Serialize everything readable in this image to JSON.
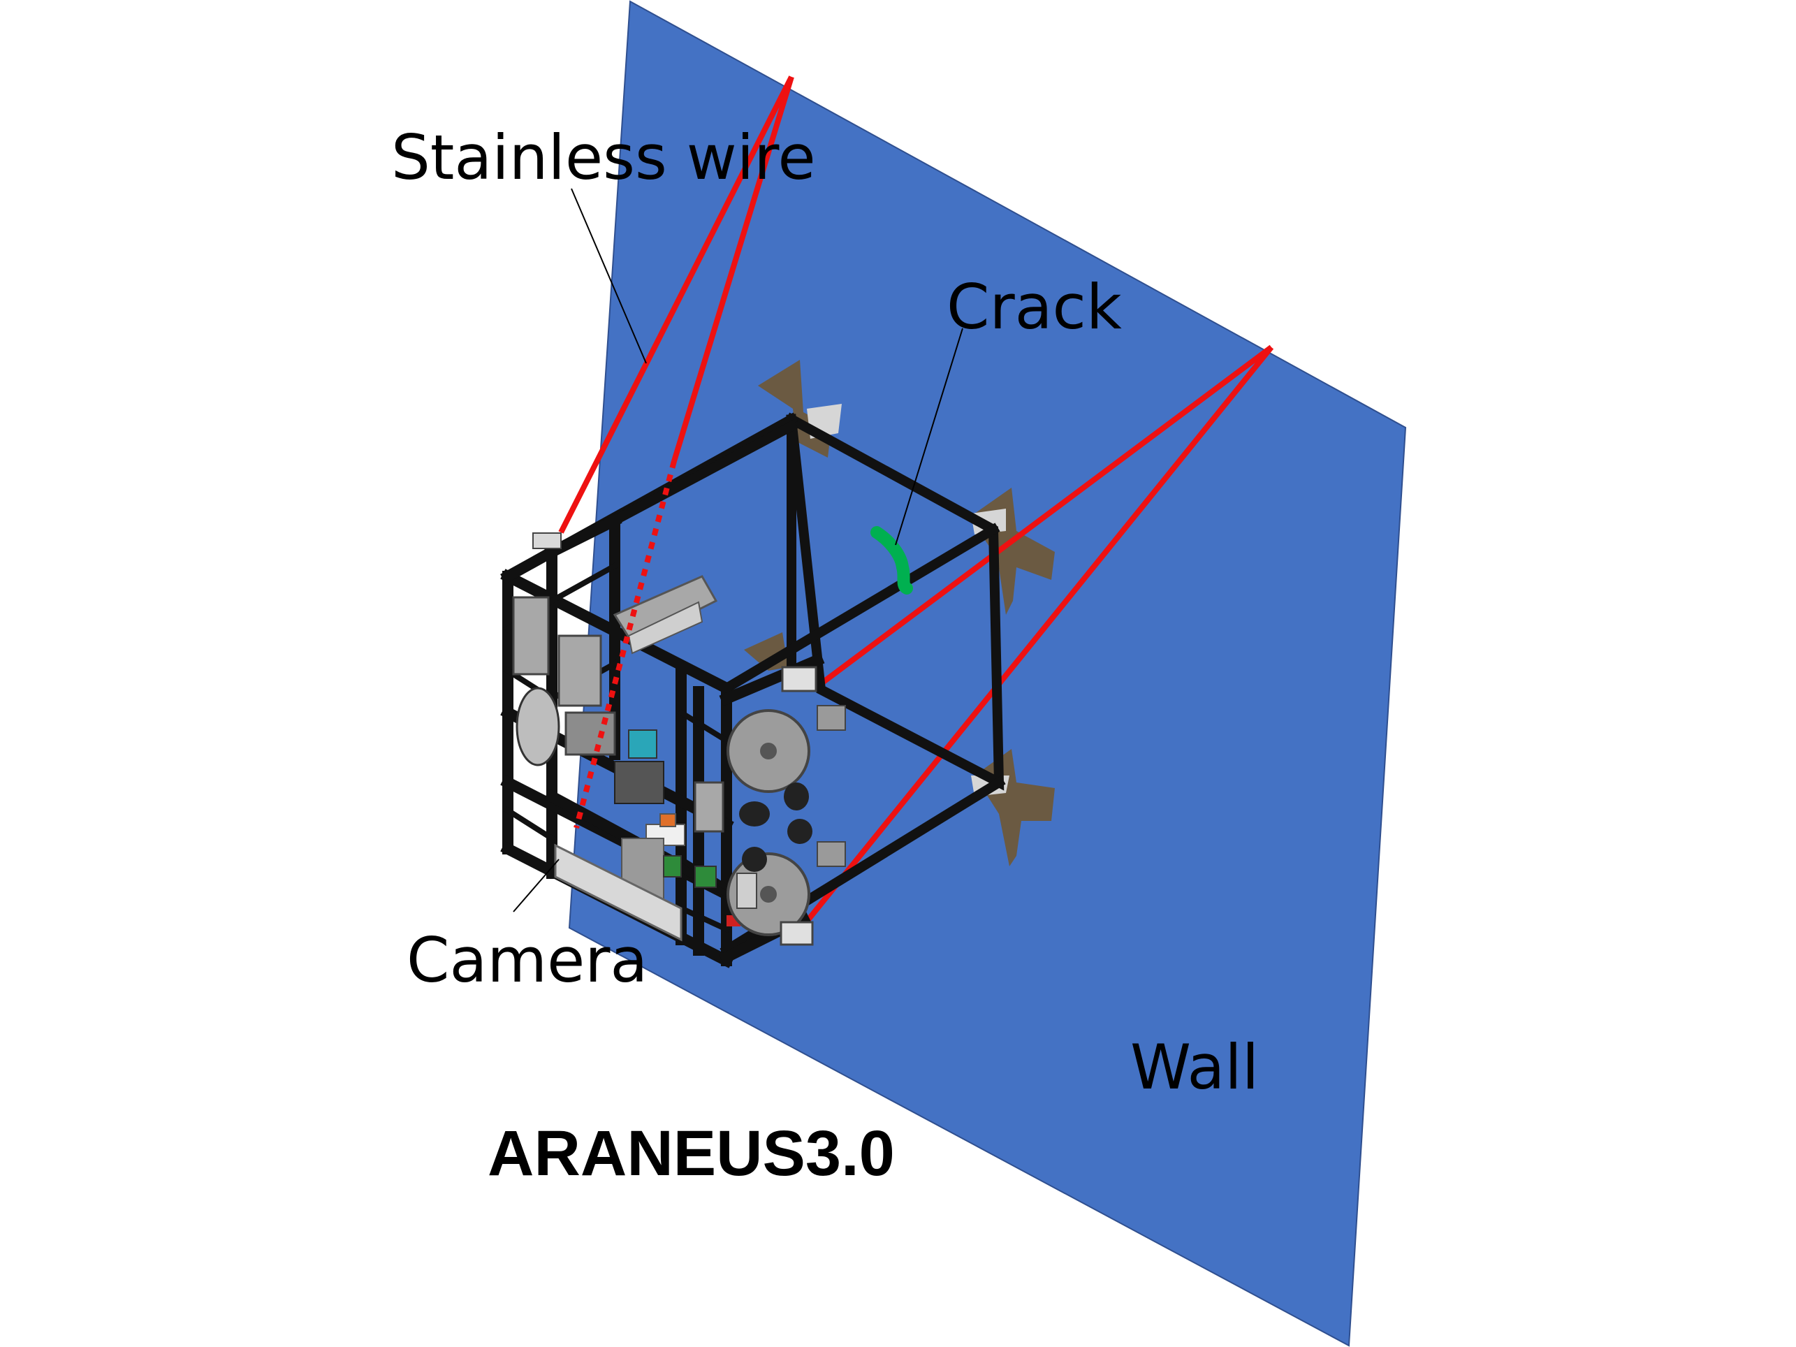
{
  "labels": {
    "wire": "Stainless wire",
    "crack": "Crack",
    "camera": "Camera",
    "wall": "Wall",
    "robot_name": "ARANEUS3.0"
  },
  "colors": {
    "wall": "#4472c4",
    "wire": "#ee1111",
    "crack": "#00b050",
    "frame": "#111111",
    "bracket": "#6b5a42",
    "component": "#a8a8a8",
    "accent_cyan": "#2aa6b8"
  }
}
